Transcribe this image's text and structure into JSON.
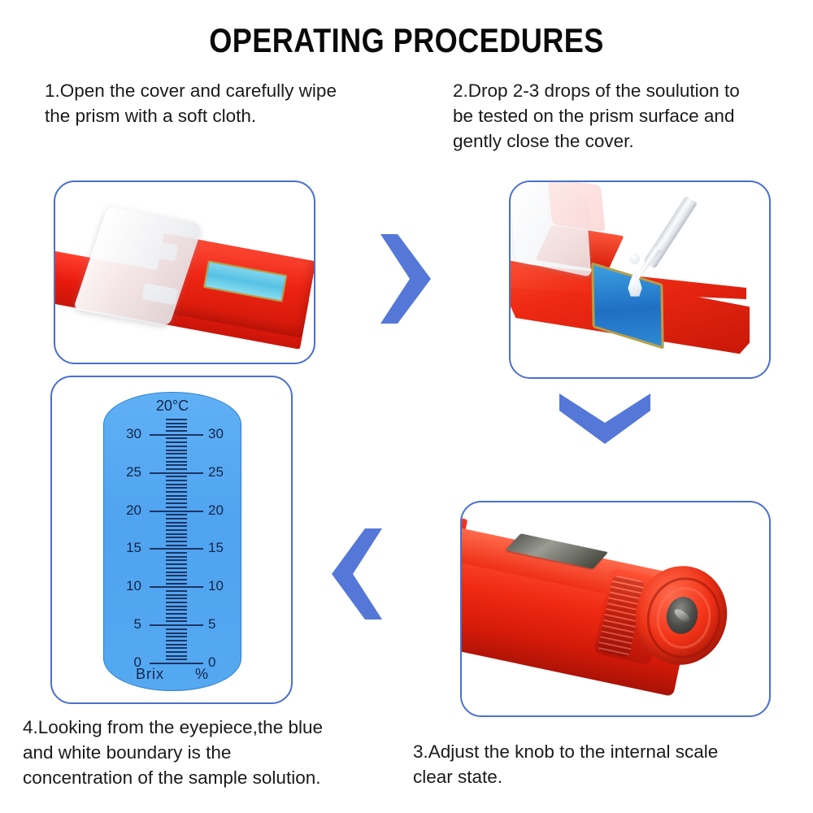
{
  "header": {
    "title": "OPERATING PROCEDURES"
  },
  "steps": [
    {
      "number": "1",
      "caption": "1.Open the cover and carefully wipe\nthe prism with a soft cloth.",
      "image_name": "refractometer-open-cover-photo"
    },
    {
      "number": "2",
      "caption": "2.Drop 2-3 drops of the soulution to\nbe tested on the prism surface and\ngently close the cover.",
      "image_name": "pipette-dropping-solution-photo"
    },
    {
      "number": "3",
      "caption": "3.Adjust the knob to the internal scale\nclear state.",
      "image_name": "refractometer-eyepiece-knob-photo"
    },
    {
      "number": "4",
      "caption": "4.Looking from the eyepiece,the blue\nand white boundary is the\nconcentration of the sample solution.",
      "image_name": "brix-scale-view-illustration"
    }
  ],
  "scale": {
    "temperature_label": "20°C",
    "unit_label_left": "Brix",
    "unit_label_right": "%",
    "major_ticks": [
      "30",
      "25",
      "20",
      "15",
      "10",
      "5",
      "0"
    ],
    "range_min": 0,
    "range_max": 32,
    "minor_tick_step": 0.5,
    "major_tick_step": 5,
    "field_color": "#4FA3EF",
    "tick_color": "#1D3463",
    "text_color": "#152348"
  },
  "arrows": [
    {
      "name": "arrow-step1-to-step2",
      "direction": "right",
      "color": "#5578D8"
    },
    {
      "name": "arrow-step2-to-step3",
      "direction": "down",
      "color": "#5578D8"
    },
    {
      "name": "arrow-step3-to-step4",
      "direction": "left",
      "color": "#5578D8"
    }
  ],
  "theme": {
    "panel_border": "#4A6FD0",
    "background": "#FFFFFF",
    "device_red": "#E8190C",
    "prism_cyan": "#57C2E4",
    "title_color": "#0A0A0A"
  }
}
